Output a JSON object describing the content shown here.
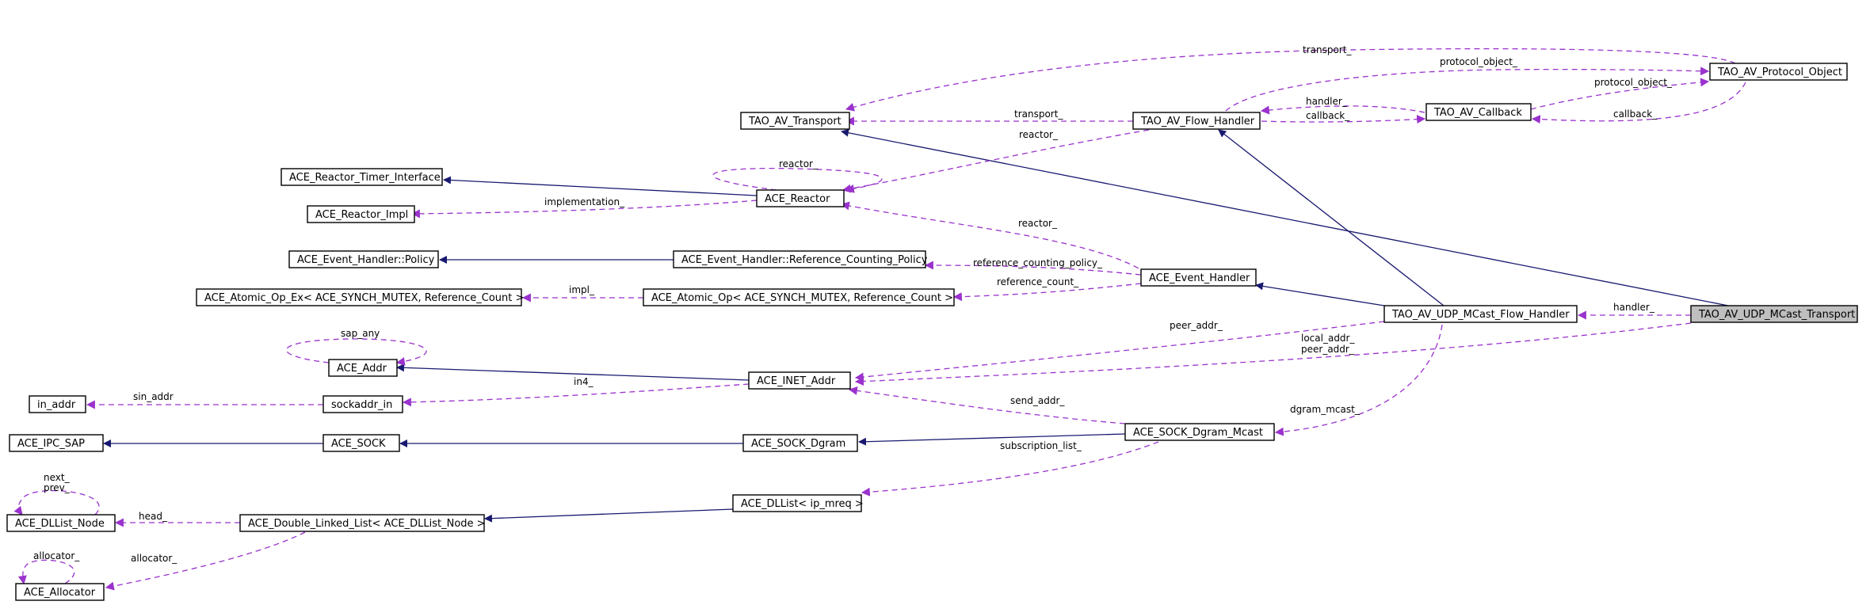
{
  "diagram": {
    "nodes": {
      "transport": "TAO_AV_UDP_MCast_Transport",
      "flow_handler_udp": "TAO_AV_UDP_MCast_Flow_Handler",
      "protocol_object": "TAO_AV_Protocol_Object",
      "av_transport": "TAO_AV_Transport",
      "av_flow_handler": "TAO_AV_Flow_Handler",
      "av_callback": "TAO_AV_Callback",
      "reactor_timer": "ACE_Reactor_Timer_Interface",
      "reactor": "ACE_Reactor",
      "reactor_impl": "ACE_Reactor_Impl",
      "policy": "ACE_Event_Handler::Policy",
      "ref_policy": "ACE_Event_Handler::Reference_Counting_Policy",
      "event_handler": "ACE_Event_Handler",
      "atomic_op_ex": "ACE_Atomic_Op_Ex< ACE_SYNCH_MUTEX, Reference_Count >",
      "atomic_op": "ACE_Atomic_Op< ACE_SYNCH_MUTEX, Reference_Count >",
      "addr": "ACE_Addr",
      "inet_addr": "ACE_INET_Addr",
      "in_addr": "in_addr",
      "sockaddr_in": "sockaddr_in",
      "ipc_sap": "ACE_IPC_SAP",
      "sock": "ACE_SOCK",
      "sock_dgram": "ACE_SOCK_Dgram",
      "sock_dgram_mcast": "ACE_SOCK_Dgram_Mcast",
      "dllist_node": "ACE_DLList_Node",
      "double_linked_list": "ACE_Double_Linked_List< ACE_DLList_Node >",
      "dllist_ip_mreq": "ACE_DLList< ip_mreq >",
      "allocator": "ACE_Allocator"
    },
    "edge_labels": {
      "transport": "transport_",
      "protocol_object": "protocol_object_",
      "protocol_object2": "protocol_object_",
      "handler": "handler_",
      "callback": "callback_",
      "callback2": "callback_",
      "transport2": "transport_",
      "reactor": "reactor_",
      "reactor_self": "reactor_",
      "reactor_eh": "reactor_",
      "implementation": "implementation_",
      "ref_policy": "reference_counting_policy_",
      "ref_count": "reference_count_",
      "impl": "impl_",
      "handler_udp": "handler_",
      "peer_addr": "peer_addr_",
      "local_peer": "local_addr_\npeer_addr_",
      "sap_any": "sap_any",
      "in4": "in4_",
      "sin_addr": "sin_addr",
      "send_addr": "send_addr_",
      "dgram_mcast": "dgram_mcast_",
      "subscription_list": "subscription_list_",
      "next_prev": "next_\nprev_",
      "head": "head_",
      "allocator_self": "allocator_",
      "allocator": "allocator_"
    },
    "colors": {
      "inheritance": "#191970",
      "usage": "#9a32cd",
      "highlight_fill": "#bfbfbf"
    }
  }
}
